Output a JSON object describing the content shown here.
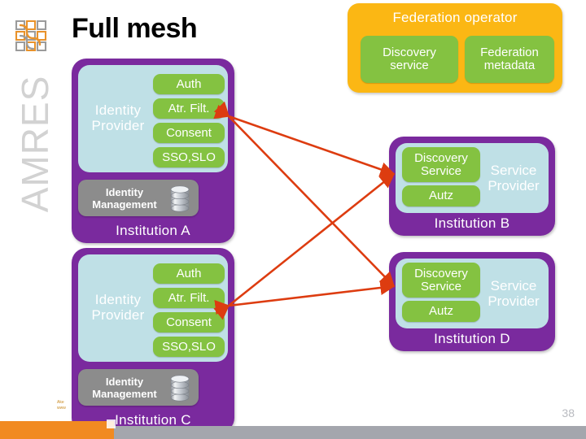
{
  "slide": {
    "title": "Full mesh",
    "page_number": "38",
    "brand": {
      "wordmark": "AMRES",
      "logo_icon": "lattice-weave-icon",
      "logo_colors": [
        "#e8922b",
        "#9b9b9b"
      ]
    },
    "credit_lines": [
      "Ake",
      "www"
    ]
  },
  "colors": {
    "institution_purple": "#7a2a9e",
    "provider_panel": "#bfe0e6",
    "chip_green": "#84c241",
    "federation_orange": "#fbb714",
    "identity_mgmt_gray": "#8c8c8c",
    "link_red": "#dd3c10",
    "footer_orange": "#f18a21",
    "footer_gray": "#a4a6ad"
  },
  "federation_operator": {
    "title": "Federation operator",
    "services": [
      {
        "label": "Discovery service",
        "lines": [
          "Discovery",
          "service"
        ]
      },
      {
        "label": "Federation metadata",
        "lines": [
          "Federation",
          "metadata"
        ]
      }
    ]
  },
  "institutions": [
    {
      "id": "institution-a",
      "label": "Institution A",
      "type": "idp",
      "provider_title_lines": [
        "Identity",
        "Provider"
      ],
      "chips": [
        "Auth",
        "Atr. Filt.",
        "Consent",
        "SSO,SLO"
      ],
      "identity_management": {
        "lines": [
          "Identity",
          "Management"
        ],
        "icon": "database-icon"
      }
    },
    {
      "id": "institution-b",
      "label": "Institution B",
      "type": "sp",
      "provider_title_lines": [
        "Service",
        "Provider"
      ],
      "chips": [
        "Discovery Service",
        "Autz"
      ],
      "chip_lines": [
        [
          "Discovery",
          "Service"
        ],
        [
          "Autz"
        ]
      ]
    },
    {
      "id": "institution-c",
      "label": "Institution C",
      "type": "idp",
      "provider_title_lines": [
        "Identity",
        "Provider"
      ],
      "chips": [
        "Auth",
        "Atr. Filt.",
        "Consent",
        "SSO,SLO"
      ],
      "identity_management": {
        "lines": [
          "Identity",
          "Management"
        ],
        "icon": "database-icon"
      }
    },
    {
      "id": "institution-d",
      "label": "Institution D",
      "type": "sp",
      "provider_title_lines": [
        "Service",
        "Provider"
      ],
      "chips": [
        "Discovery Service",
        "Autz"
      ],
      "chip_lines": [
        [
          "Discovery",
          "Service"
        ],
        [
          "Autz"
        ]
      ]
    }
  ],
  "links": {
    "description": "Full mesh of bidirectional trust links between each IdP and each SP",
    "edges": [
      {
        "from": "institution-a",
        "to": "institution-b"
      },
      {
        "from": "institution-a",
        "to": "institution-d"
      },
      {
        "from": "institution-c",
        "to": "institution-b"
      },
      {
        "from": "institution-c",
        "to": "institution-d"
      }
    ]
  }
}
